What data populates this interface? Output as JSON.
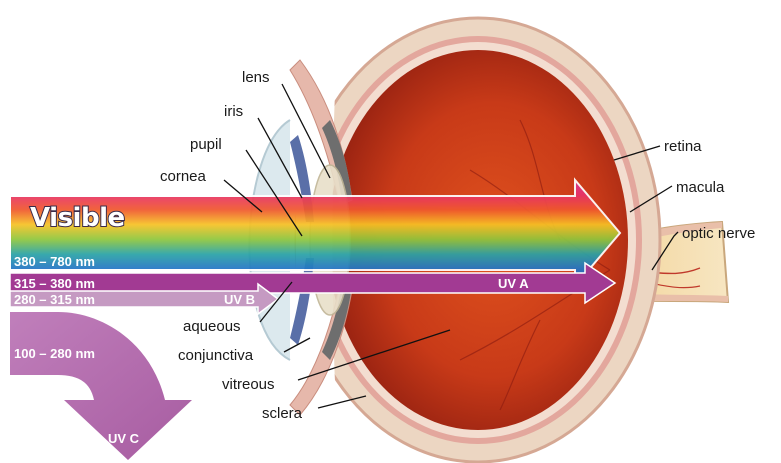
{
  "labels": {
    "lens": "lens",
    "iris": "iris",
    "pupil": "pupil",
    "cornea": "cornea",
    "aqueous": "aqueous",
    "conjunctiva": "conjunctiva",
    "vitreous": "vitreous",
    "sclera": "sclera",
    "retina": "retina",
    "macula": "macula",
    "optic_nerve": "optic nerve"
  },
  "bands": {
    "visible_title": "Visible",
    "visible_range": "380 – 780 nm",
    "uva_range": "315 – 380 nm",
    "uva_name": "UV A",
    "uvb_range": "280 – 315 nm",
    "uvb_name": "UV B",
    "uvc_range": "100 – 280 nm",
    "uvc_name": "UV C"
  },
  "colors": {
    "uva": "#a23a93",
    "uvb": "#c48ec0",
    "uvc": "#b56fb0",
    "eye_interior": "#c8381a",
    "sclera": "#ecd9c8"
  }
}
